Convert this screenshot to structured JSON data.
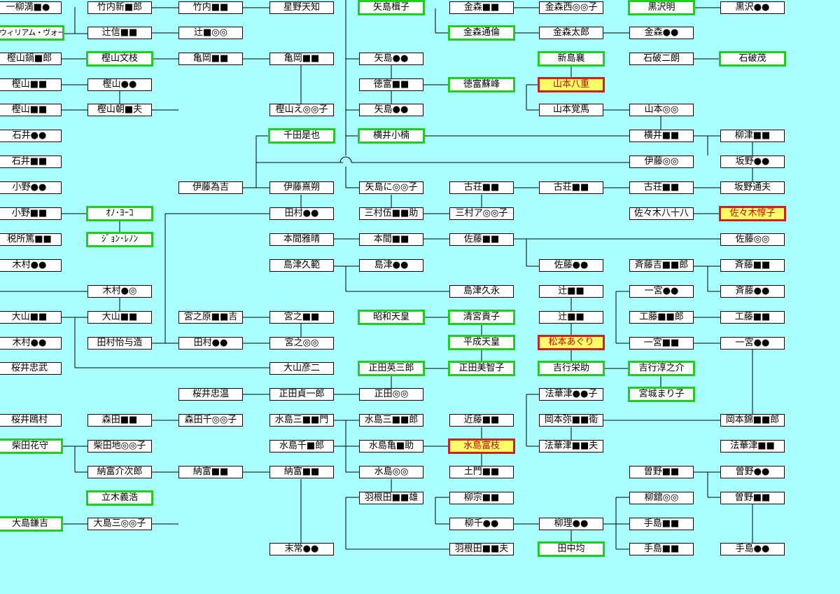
{
  "colors": {
    "background": "#aaffff",
    "box_fill": "#ffffff",
    "box_border": "#000000",
    "highlight_border": "#22cc22",
    "focus_border": "#cc2222",
    "focus_fill": "#ffff66",
    "focus_text": "#cc0000",
    "line": "#000000"
  },
  "people": {
    "ichiyanagi": "一柳満■●",
    "william_vories": "ウィリアム・ヴォーリズ",
    "kashiyama_a": "樫山鍋■郎",
    "kashiyama_b": "樫山■■",
    "kashiyama_c": "樫山■■",
    "ishii_a": "石井●●",
    "ishii_b": "石井■■",
    "ono_a": "小野●●",
    "ono_b": "小野■■",
    "zeisho": "税所篤■■",
    "kimura_a": "木村●●",
    "oyama_a": "大山■■",
    "kimura_b": "木村●●",
    "sakurai_tadatake": "桜井忠武",
    "sakurai_ozon": "桜井鴎村",
    "shibata_kashu": "柴田花守",
    "oshima_kamakichi": "大島鎌吉",
    "takeuchi_a": "竹内新■郎",
    "tsuji_nobu": "辻信■■",
    "kashiyama_fumie": "樫山文枝",
    "kashiyama_d": "樫山●●",
    "kashiyama_e": "樫山朝■夫",
    "ono_yoko": "ｵﾉ･ﾖｰｺ",
    "john_lennon": "ｼﾞｮﾝ･ﾚﾉﾝ",
    "kimura_c": "木村●◎",
    "oyama_b": "大山■■",
    "tamura_iyozo": "田村怡与造",
    "morita_a": "森田■■",
    "shibata_b": "柴田地◎◎子",
    "notomi_kaijiro": "納富介次郎",
    "tachiki_yoshihiro": "立木義浩",
    "oshima_b": "大島三◎◎子",
    "takeuchi_b": "竹内■■",
    "tsuji_c": "辻■◎◎",
    "kameoka_a": "亀岡■■",
    "ito_tamekichi": "伊藤為吉",
    "miyanojo_a": "宮之原■■吉",
    "tamura_b": "田村●●",
    "sakurai_tadaharu": "桜井忠温",
    "morita_b": "森田千◎◎子",
    "notomi_b": "納富■■",
    "hoshino_tomoyuki": "星野天知",
    "kameoka_b": "亀岡■■",
    "kashiyama_f": "樫山え◎◎子",
    "chida_koreya": "千田是也",
    "ito_kisaku": "伊藤熹朔",
    "tamura_c": "田村●●",
    "honma_masaharu": "本間雅晴",
    "shimazu_hisanori": "島津久範",
    "miyanojo_b": "宮之■■",
    "miyanojo_c": "宮之◎◎",
    "oyama_hikoji": "大山彦二",
    "shoda_teiichiro": "正田貞一郎",
    "mizushima_a": "水島三■■門",
    "mizushima_b": "水島千■郎",
    "notomi_c": "納富■■",
    "suetsune": "末常●●",
    "yajima_kajiko": "矢島楫子",
    "yajima_a": "矢島●●",
    "tokutomi_a": "徳富■■",
    "yajima_b": "矢島●●",
    "yokoi_shokusu": "横井小楠",
    "yajima_c": "矢島に◎◎子",
    "mimura_a": "三村伍■■助",
    "honma_b": "本間■■",
    "shimazu_b": "島津●●",
    "showa_tenno": "昭和天皇",
    "shoda_eizaburo": "正田英三郎",
    "shoda_b": "正田◎◎",
    "mizushima_c": "水島三■■郎",
    "mizushima_d": "水島亀■助",
    "mizushima_e": "水島◎◎",
    "haneda_a": "羽根田■■雄",
    "kanamori_a": "金森■■",
    "kanamori_michitomo": "金森通倫",
    "tokutomi_soho": "徳富蘇峰",
    "furusho_a": "古荘■■",
    "mimura_b": "三村ア◎◎子",
    "sato_a": "佐藤■■",
    "shimazu_hisanaga": "島津久永",
    "kiyomiya_takako": "清宮貴子",
    "heisei_tenno": "平成天皇",
    "shoda_michiko": "正田美智子",
    "kondo_a": "近藤■■",
    "mizushima_tomie": "水島富枝",
    "domon": "土門■■",
    "yanagi_a": "柳宗■■",
    "yanagi_b": "柳千●●",
    "haneda_b": "羽根田■■夫",
    "kanamori_b": "金森西◎◎子",
    "kanamori_taro": "金森太郎",
    "niijima_jo": "新島襄",
    "yamamoto_yae": "山本八重",
    "yamamoto_kakuma": "山本覚馬",
    "furusho_b": "古荘■■",
    "sato_b": "佐藤●●",
    "tsuji_d": "辻■■",
    "tsuji_e": "辻■■",
    "matsumoto_aguri": "松本あぐり",
    "yoshiyuki_eisuke": "吉行栄助",
    "hokketsu_a": "法華津●●子",
    "okamoto_a": "岡本弥■■衛",
    "hokketsu_b": "法華津■■夫",
    "yanagi_c": "柳理●●",
    "tanaka_hitoshi": "田中均",
    "kurosawa_akira": "黒沢明",
    "kanamori_c": "金森●●",
    "ishiba_jiro": "石破二朗",
    "yamamoto_b": "山本◎◎",
    "yokoi_a": "横井■■",
    "ito_a": "伊藤◎◎",
    "furusho_c": "古荘■■",
    "sasaki_yasohachi": "佐々木八十八",
    "saito_a": "斉藤吉■■郎",
    "ichinomiya_a": "一宮●●",
    "kudo_a": "工藤■■郎",
    "ichinomiya_b": "一宮■■",
    "yoshiyuki_junnosuke": "吉行淳之介",
    "miyagi_mariko": "宮城まり子",
    "sono_a": "曽野■■",
    "yanagi_d": "柳舘◎◎",
    "tejima_a": "手島■■",
    "tejima_b": "手島■■",
    "kurosawa_b": "黒沢●●",
    "ishiba_shigeru": "石破茂",
    "yanagi_e": "柳津■■",
    "sakano_a": "坂野●●",
    "sakano_michio": "坂野通夫",
    "sasaki_atsuko": "佐々木惇子",
    "sato_c": "佐藤◎◎",
    "saito_b": "斉藤■■",
    "saito_c": "斉藤●●",
    "kudo_b": "工藤■■",
    "ichinomiya_c": "一宮●●",
    "okamoto_b": "岡本錦■■郎",
    "hokketsu_c": "法華津■■",
    "sono_b": "曽野●●",
    "sono_c": "曽野■■",
    "tejima_c": "手島●●"
  }
}
